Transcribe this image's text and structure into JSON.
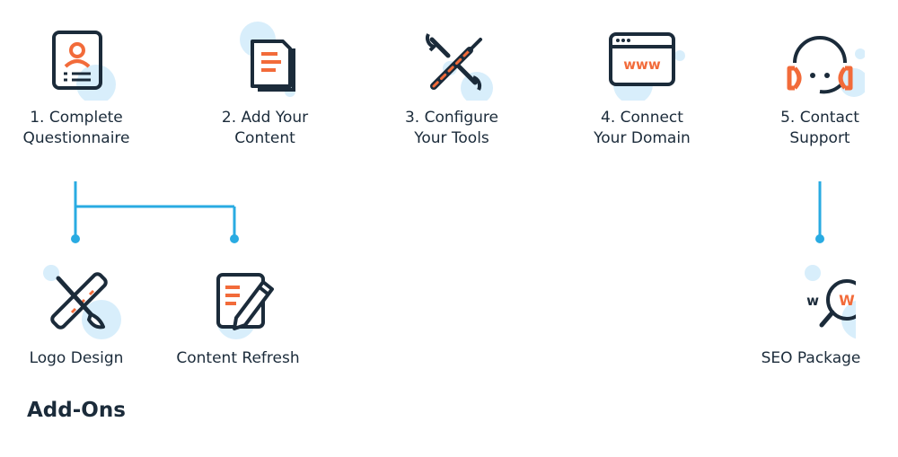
{
  "steps": [
    {
      "label": "1. Complete\nQuestionnaire",
      "icon": "questionnaire-icon"
    },
    {
      "label": "2. Add Your\nContent",
      "icon": "document-icon"
    },
    {
      "label": "3. Configure\nYour Tools",
      "icon": "tools-icon"
    },
    {
      "label": "4. Connect\nYour Domain",
      "icon": "browser-www-icon"
    },
    {
      "label": "5. Contact\nSupport",
      "icon": "headset-icon"
    }
  ],
  "addons": {
    "title": "Add-Ons",
    "items": [
      {
        "label": "Logo Design",
        "icon": "ruler-brush-icon"
      },
      {
        "label": "Content Refresh",
        "icon": "edit-document-icon"
      },
      {
        "label": "SEO Package",
        "icon": "search-www-icon"
      }
    ]
  },
  "colors": {
    "navy": "#1b2b3a",
    "orange": "#f26b3a",
    "blue": "#29abe2",
    "light_blue": "#d8eefb"
  }
}
